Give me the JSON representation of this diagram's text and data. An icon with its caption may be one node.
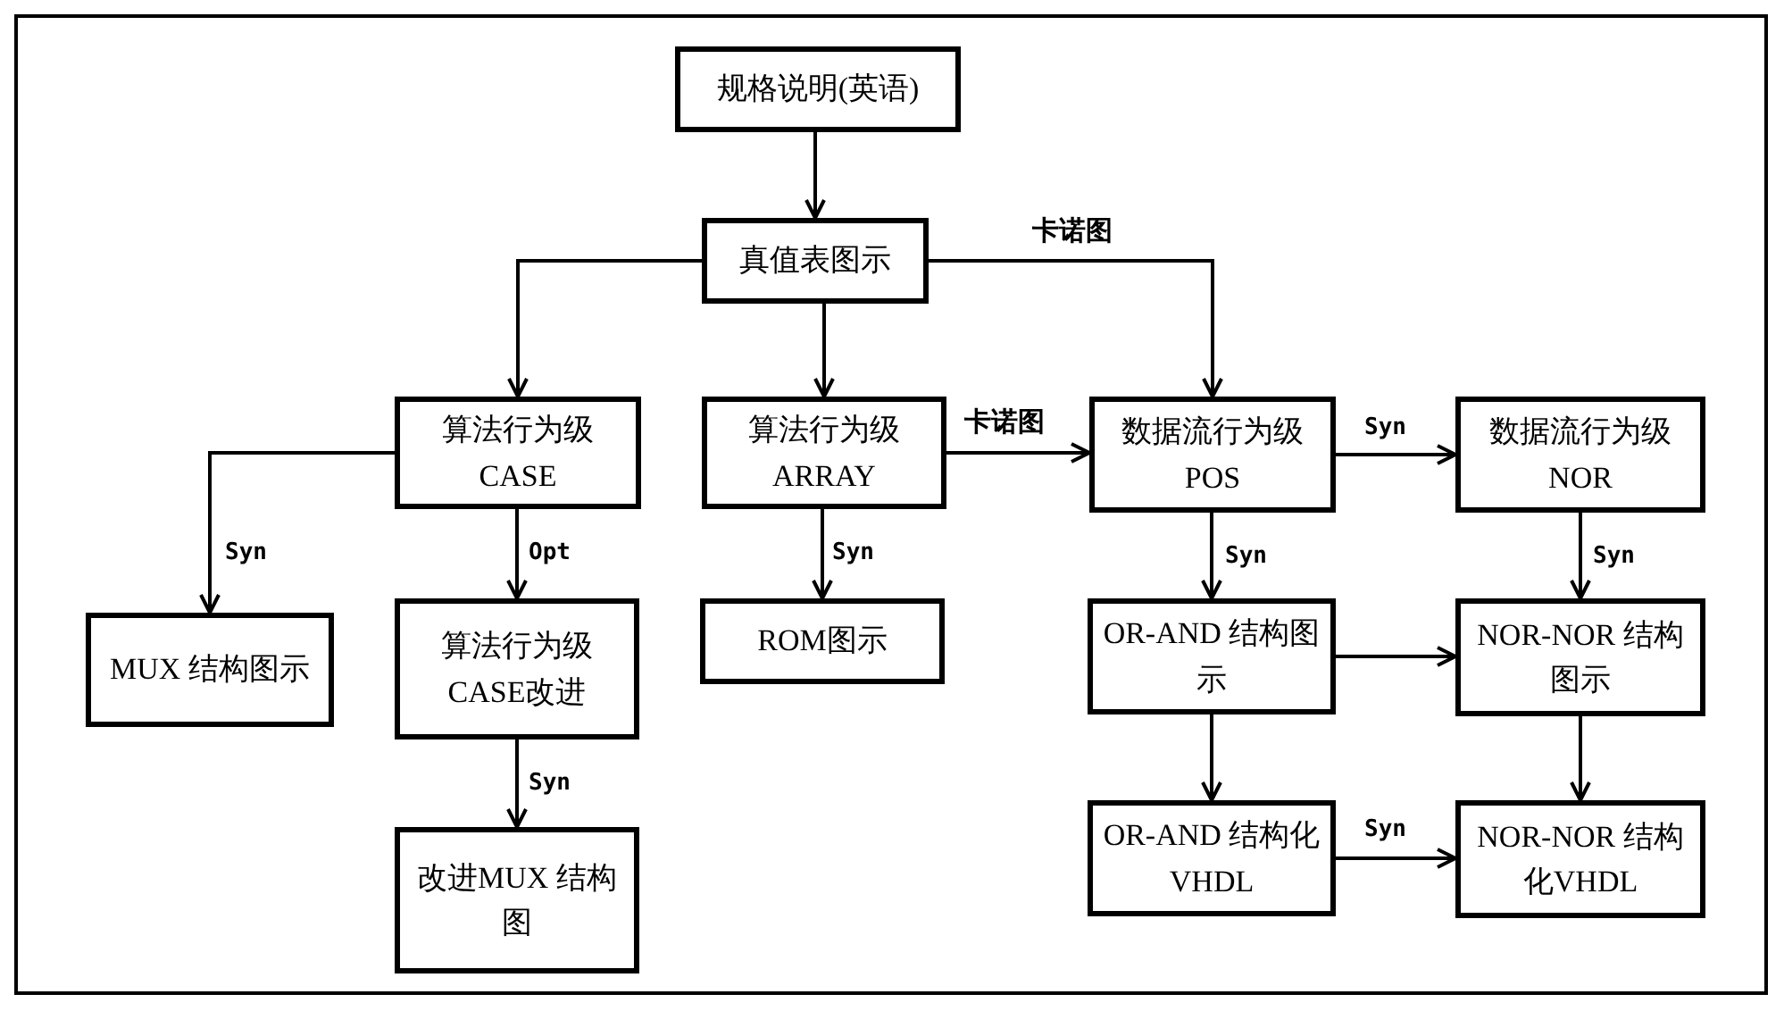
{
  "diagram": {
    "nodes": [
      {
        "text": [
          "规格说明(英语)"
        ]
      },
      {
        "text": [
          "真值表图示"
        ]
      },
      {
        "text": [
          "算法行为级 CASE"
        ]
      },
      {
        "text": [
          "算法行为级 ARRAY"
        ]
      },
      {
        "text": [
          "数据流行为级 POS"
        ]
      },
      {
        "text": [
          "数据流行为级 NOR"
        ]
      },
      {
        "text": [
          "MUX 结构图示"
        ]
      },
      {
        "text": [
          "算法行为级 CASE改进"
        ]
      },
      {
        "text": [
          "ROM图示"
        ]
      },
      {
        "text": [
          "OR-AND 结构图示"
        ]
      },
      {
        "text": [
          "NOR-NOR 结构图示"
        ]
      },
      {
        "text": [
          "改进MUX 结构图"
        ]
      },
      {
        "text": [
          "OR-AND 结构化VHDL"
        ]
      },
      {
        "text": [
          "NOR-NOR 结构化VHDL"
        ]
      }
    ],
    "edges": [
      {
        "from": 0,
        "to": 1,
        "arrow": "to"
      },
      {
        "from": 1,
        "to": 2,
        "arrow": "to"
      },
      {
        "from": 1,
        "to": 3,
        "arrow": "to"
      },
      {
        "from": 1,
        "to": 4,
        "arrow": "to",
        "label": "卡诺图"
      },
      {
        "from": 2,
        "to": 6,
        "arrow": "to",
        "label": "Syn"
      },
      {
        "from": 2,
        "to": 7,
        "arrow": "to",
        "label": "Opt"
      },
      {
        "from": 3,
        "to": 8,
        "arrow": "to",
        "label": "Syn"
      },
      {
        "from": 3,
        "to": 4,
        "arrow": "to",
        "label": "卡诺图"
      },
      {
        "from": 4,
        "to": 5,
        "arrow": "to",
        "label": "Syn"
      },
      {
        "from": 4,
        "to": 9,
        "arrow": "to",
        "label": "Syn"
      },
      {
        "from": 5,
        "to": 10,
        "arrow": "to",
        "label": "Syn"
      },
      {
        "from": 9,
        "to": 10,
        "arrow": "to"
      },
      {
        "from": 9,
        "to": 12,
        "arrow": "to"
      },
      {
        "from": 10,
        "to": 13,
        "arrow": "to"
      },
      {
        "from": 12,
        "to": 13,
        "arrow": "to",
        "label": "Syn"
      },
      {
        "from": 7,
        "to": 11,
        "arrow": "to",
        "label": "Syn"
      }
    ]
  }
}
